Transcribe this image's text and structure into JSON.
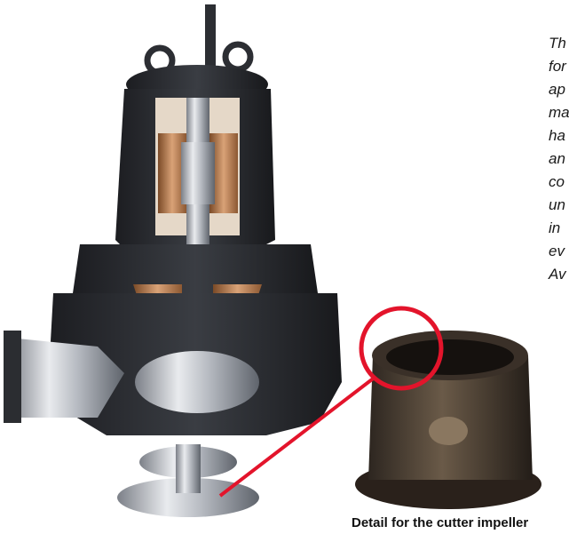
{
  "side_text": {
    "lines": [
      "Th",
      "for",
      "ap",
      "ma",
      "ha",
      "an",
      "co",
      "un",
      "in",
      "ev",
      "Av"
    ]
  },
  "caption": {
    "text": "Detail for the cutter impeller"
  },
  "illustration": {
    "pump_name": "submersible-pump-cutaway",
    "detail_name": "cutter-impeller-photo"
  },
  "colors": {
    "callout_red": "#e3142b",
    "pump_dark": "#2b2d31",
    "copper": "#b8804f",
    "steel": "#c9ccd1"
  }
}
